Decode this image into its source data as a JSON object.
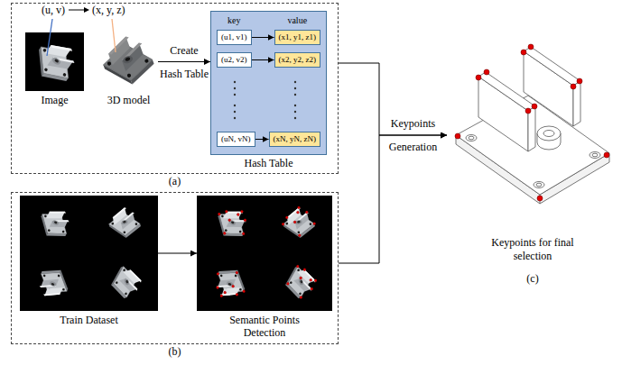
{
  "diagram": {
    "nodes": [
      {
        "text": [
          "(a)"
        ]
      },
      {
        "text": [
          "Image"
        ],
        "in": 0
      },
      {
        "text": [
          "3D model"
        ],
        "in": 0
      },
      {
        "text": [
          "key",
          "value",
          "Hash Table"
        ],
        "in": 0
      },
      {
        "text": [
          "(u1, v1)"
        ],
        "in": 3
      },
      {
        "text": [
          "(x1, y1, z1)"
        ],
        "in": 3
      },
      {
        "text": [
          "(u2, v2)"
        ],
        "in": 3
      },
      {
        "text": [
          "(x2, y2, z2)"
        ],
        "in": 3
      },
      {
        "text": [
          "(uN, vN)"
        ],
        "in": 3
      },
      {
        "text": [
          "(xN, yN, zN)"
        ],
        "in": 3
      },
      {
        "text": [
          "(b)"
        ]
      },
      {
        "text": [
          "Train Dataset"
        ],
        "in": 10
      },
      {
        "text": [
          "Semantic Points Detection"
        ],
        "in": 10
      },
      {
        "text": [
          "Keypoints for final selection",
          "(c)"
        ]
      }
    ],
    "edges": [
      {
        "from": 2,
        "to": 3,
        "label": "Create Hash Table",
        "arrow": "to"
      },
      {
        "from": 4,
        "to": 5,
        "arrow": "to"
      },
      {
        "from": 6,
        "to": 7,
        "arrow": "to"
      },
      {
        "from": 8,
        "to": 9,
        "arrow": "to"
      },
      {
        "from": 11,
        "to": 12,
        "arrow": "to"
      },
      {
        "from": 0,
        "to": 13,
        "label": "Keypoints Generation",
        "arrow": "to"
      },
      {
        "from": 10,
        "to": 13,
        "arrow": "to"
      }
    ],
    "labels": [
      "(u, v)",
      "(x, y, z)"
    ]
  }
}
